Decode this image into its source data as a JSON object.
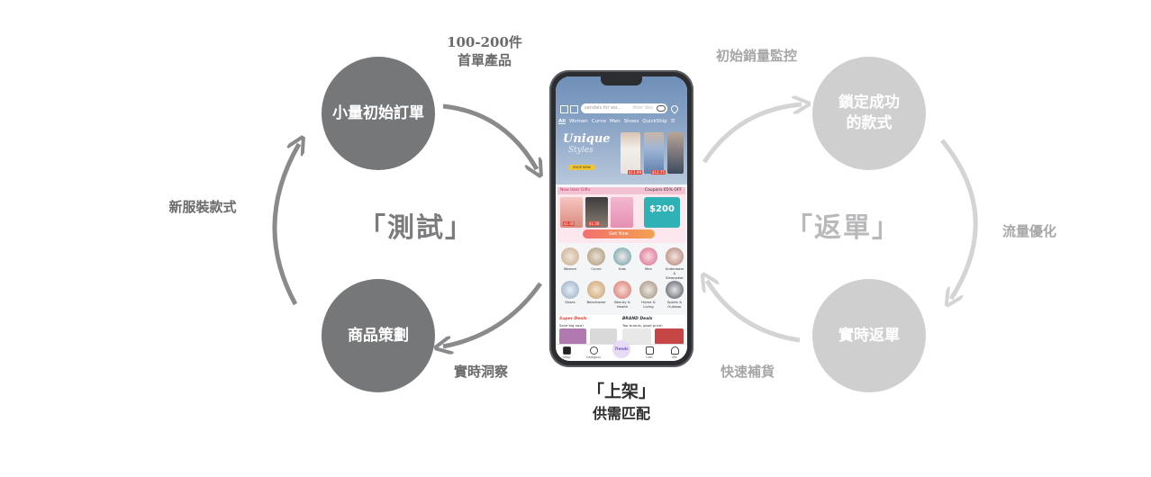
{
  "nodes": {
    "top_left": "小量初始訂單",
    "bottom_left": "商品策劃",
    "top_right": "鎖定成功\n的款式",
    "bottom_right": "實時返單"
  },
  "edge_labels": {
    "top_left_to_phone": "100-200件\n首單產品",
    "phone_to_bottom_left": "實時洞察",
    "bottom_left_to_top_left": "新服裝款式",
    "phone_to_top_right": "初始銷量監控",
    "top_right_to_bottom_right": "流量優化",
    "bottom_right_to_phone": "快速補貨"
  },
  "cycle_labels": {
    "left": "「測試」",
    "right": "「返單」"
  },
  "center_caption": {
    "title": "「上架」",
    "subtitle": "供需匹配"
  },
  "colors": {
    "dark_circle": "#767779",
    "light_circle": "#cfcfd0",
    "dark_arrow": "#8a8a8c",
    "light_arrow": "#d4d4d6"
  },
  "phone": {
    "search_placeholder": "sandals for wo...",
    "search_hint": "litter dev",
    "nav_tabs": [
      "All",
      "Women",
      "Curve",
      "Men",
      "Shoes",
      "QuickShip"
    ],
    "banner_brand": "Unique",
    "banner_sub": "Styles",
    "banner_button": "SHOP NOW",
    "banner_prices": [
      "$11.99",
      "$12.75"
    ],
    "promo_title": "New User Gifts",
    "promo_right": "Coupons    65% OFF",
    "promo_prices": [
      "$1.00",
      "$1.50"
    ],
    "promo_cash": "$200",
    "promo_button": "Get Now",
    "categories": [
      "Women",
      "Curve",
      "Kids",
      "Men",
      "Underwear & Sleepwear",
      "Shoes",
      "Beachwear",
      "Beauty & Health",
      "Home & Living",
      "Sports & Outdoor"
    ],
    "deals_left_title": "Super Deals",
    "deals_left_sub": "Save big now!",
    "deals_right_title": "BRAND Deals",
    "deals_right_sub": "Top brands, good price!",
    "tab_bar": [
      "Shop",
      "Category",
      "Trends",
      "Cart",
      "Me"
    ]
  }
}
